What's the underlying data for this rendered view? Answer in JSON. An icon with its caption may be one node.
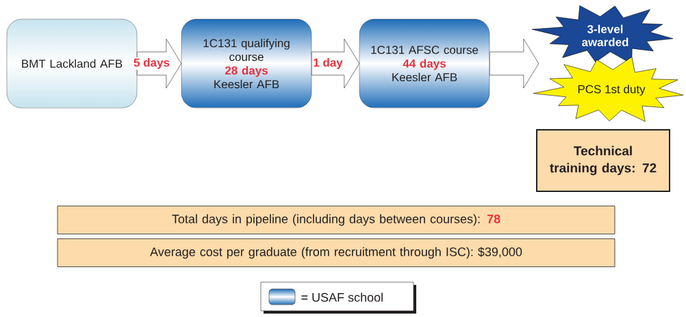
{
  "diagram": {
    "nodes": [
      {
        "text": [
          "BMT Lackland AFB"
        ]
      },
      {
        "text": [
          "1C131 qualifying course",
          "28 days",
          "Keesler AFB"
        ]
      },
      {
        "text": [
          "1C131 AFSC course",
          "44 days",
          "Keesler AFB"
        ]
      },
      {
        "text": [
          "3-level awarded"
        ]
      },
      {
        "text": [
          "PCS 1st duty"
        ]
      },
      {
        "text": [
          "Technical training days: 72"
        ]
      },
      {
        "text": [
          "Total days in pipeline (including days between courses):",
          "78"
        ]
      },
      {
        "text": [
          "Average cost per graduate (from recruitment through ISC): $39,000"
        ]
      }
    ],
    "edges": [
      {
        "from": 0,
        "to": 1,
        "arrow": "to",
        "label": "5 days"
      },
      {
        "from": 1,
        "to": 2,
        "arrow": "to",
        "label": "1 day"
      },
      {
        "from": 2,
        "to": 4,
        "arrow": "to"
      }
    ],
    "legend": [
      {
        "text": "= USAF school"
      }
    ]
  }
}
